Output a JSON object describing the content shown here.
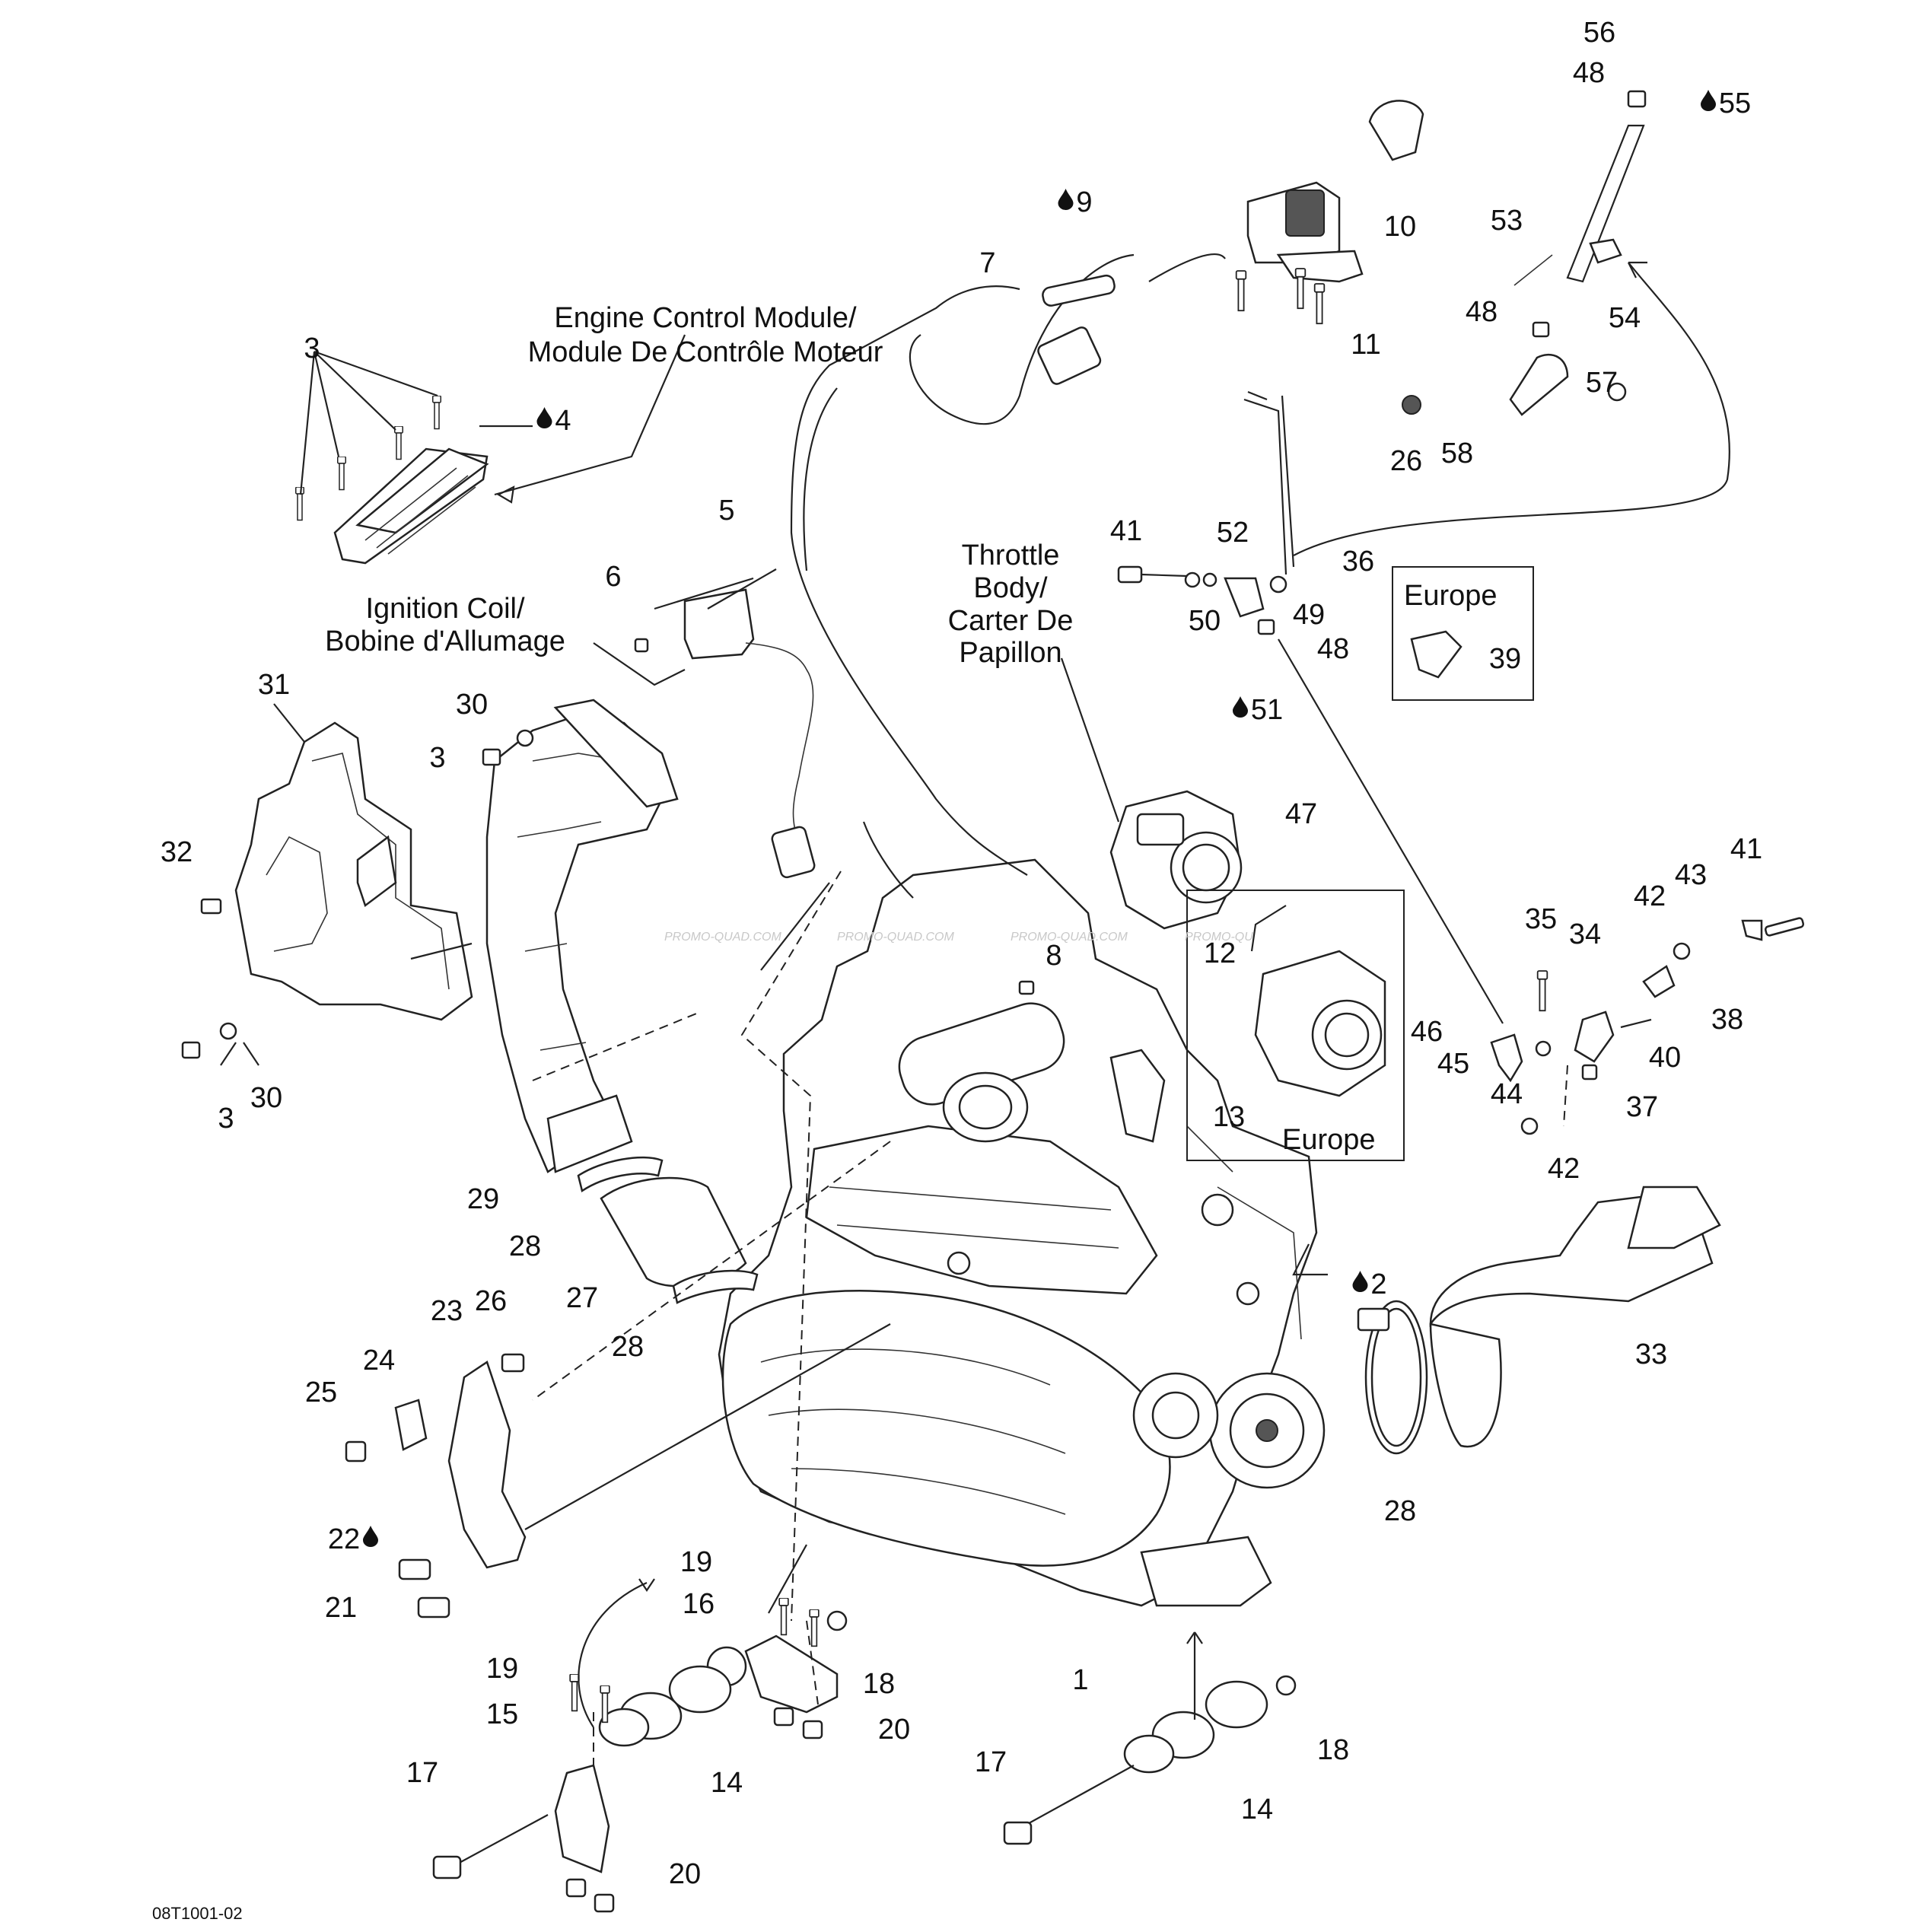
{
  "diagram": {
    "captions": {
      "ecm": [
        "Engine Control Module/",
        "Module De Contrôle Moteur"
      ],
      "coil": [
        "Ignition Coil/",
        "Bobine d'Allumage"
      ],
      "throttle": [
        "Throttle",
        "Body/",
        "Carter De",
        "Papillon"
      ],
      "europe_a": "Europe",
      "europe_b": "Europe"
    },
    "drawing_code": "08T1001-02",
    "watermark": [
      "PROMO-QUAD.COM",
      "PROMO-QUAD.COM",
      "PROMO-QUAD.COM",
      "PROMO-QU"
    ],
    "callouts": [
      {
        "id": "c56",
        "label": "56"
      },
      {
        "id": "c48a",
        "label": "48"
      },
      {
        "id": "c55",
        "label": "55",
        "drop": true
      },
      {
        "id": "c9",
        "label": "9",
        "drop": true
      },
      {
        "id": "c10",
        "label": "10"
      },
      {
        "id": "c7",
        "label": "7"
      },
      {
        "id": "c53",
        "label": "53"
      },
      {
        "id": "c48b",
        "label": "48"
      },
      {
        "id": "c54",
        "label": "54"
      },
      {
        "id": "c11",
        "label": "11"
      },
      {
        "id": "c57",
        "label": "57"
      },
      {
        "id": "c26a",
        "label": "26"
      },
      {
        "id": "c58",
        "label": "58"
      },
      {
        "id": "c3a",
        "label": "3"
      },
      {
        "id": "c4",
        "label": "4",
        "drop": true
      },
      {
        "id": "c5",
        "label": "5"
      },
      {
        "id": "c6",
        "label": "6"
      },
      {
        "id": "c41a",
        "label": "41"
      },
      {
        "id": "c52",
        "label": "52"
      },
      {
        "id": "c36",
        "label": "36"
      },
      {
        "id": "c50",
        "label": "50"
      },
      {
        "id": "c49",
        "label": "49"
      },
      {
        "id": "c48c",
        "label": "48"
      },
      {
        "id": "c51",
        "label": "51",
        "drop": true
      },
      {
        "id": "c39",
        "label": "39"
      },
      {
        "id": "c31",
        "label": "31"
      },
      {
        "id": "c30a",
        "label": "30"
      },
      {
        "id": "c3b",
        "label": "3"
      },
      {
        "id": "c47",
        "label": "47"
      },
      {
        "id": "c32",
        "label": "32"
      },
      {
        "id": "c41b",
        "label": "41"
      },
      {
        "id": "c43",
        "label": "43"
      },
      {
        "id": "c42a",
        "label": "42"
      },
      {
        "id": "c35",
        "label": "35"
      },
      {
        "id": "c34",
        "label": "34"
      },
      {
        "id": "c38",
        "label": "38"
      },
      {
        "id": "c8",
        "label": "8"
      },
      {
        "id": "c12",
        "label": "12"
      },
      {
        "id": "c46",
        "label": "46"
      },
      {
        "id": "c45",
        "label": "45"
      },
      {
        "id": "c40",
        "label": "40"
      },
      {
        "id": "c44",
        "label": "44"
      },
      {
        "id": "c37",
        "label": "37"
      },
      {
        "id": "c3c",
        "label": "3"
      },
      {
        "id": "c30b",
        "label": "30"
      },
      {
        "id": "c13",
        "label": "13"
      },
      {
        "id": "c42b",
        "label": "42"
      },
      {
        "id": "c29",
        "label": "29"
      },
      {
        "id": "c28a",
        "label": "28"
      },
      {
        "id": "c27",
        "label": "27"
      },
      {
        "id": "c28b",
        "label": "28"
      },
      {
        "id": "c2",
        "label": "2",
        "drop": true
      },
      {
        "id": "c23",
        "label": "23"
      },
      {
        "id": "c26b",
        "label": "26"
      },
      {
        "id": "c24",
        "label": "24"
      },
      {
        "id": "c33",
        "label": "33"
      },
      {
        "id": "c25",
        "label": "25"
      },
      {
        "id": "c28c",
        "label": "28"
      },
      {
        "id": "c22",
        "label": "22",
        "drop": true
      },
      {
        "id": "c21",
        "label": "21"
      },
      {
        "id": "c19a",
        "label": "19"
      },
      {
        "id": "c16",
        "label": "16"
      },
      {
        "id": "c18a",
        "label": "18"
      },
      {
        "id": "c1",
        "label": "1"
      },
      {
        "id": "c19b",
        "label": "19"
      },
      {
        "id": "c15",
        "label": "15"
      },
      {
        "id": "c20a",
        "label": "20"
      },
      {
        "id": "c14a",
        "label": "14"
      },
      {
        "id": "c17a",
        "label": "17"
      },
      {
        "id": "c17b",
        "label": "17"
      },
      {
        "id": "c18b",
        "label": "18"
      },
      {
        "id": "c14b",
        "label": "14"
      },
      {
        "id": "c20b",
        "label": "20"
      }
    ]
  }
}
